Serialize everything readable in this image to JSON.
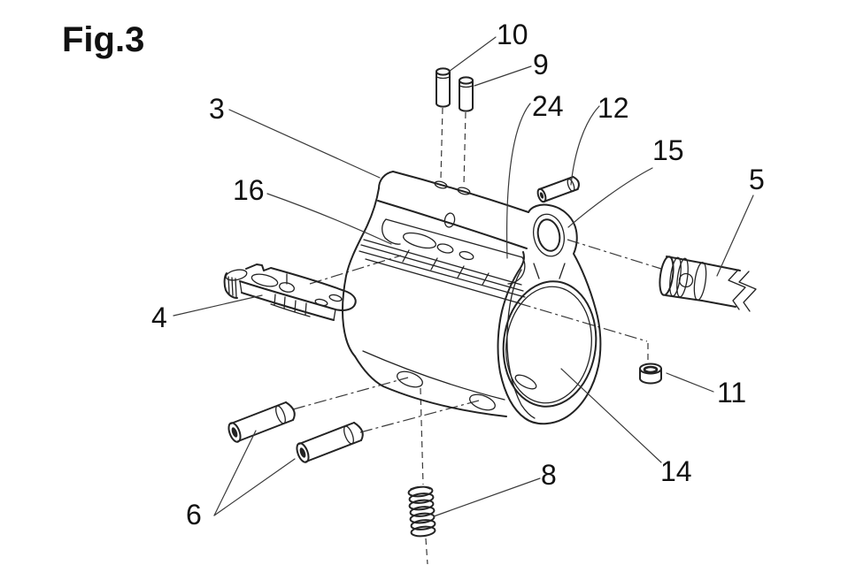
{
  "figure": {
    "title": "Fig.3"
  },
  "labels": {
    "n3": "3",
    "n4": "4",
    "n5": "5",
    "n6": "6",
    "n8": "8",
    "n9": "9",
    "n10": "10",
    "n11": "11",
    "n12": "12",
    "n14": "14",
    "n15": "15",
    "n16": "16",
    "n24": "24"
  },
  "colors": {
    "ink": "#232323",
    "background": "#ffffff"
  }
}
